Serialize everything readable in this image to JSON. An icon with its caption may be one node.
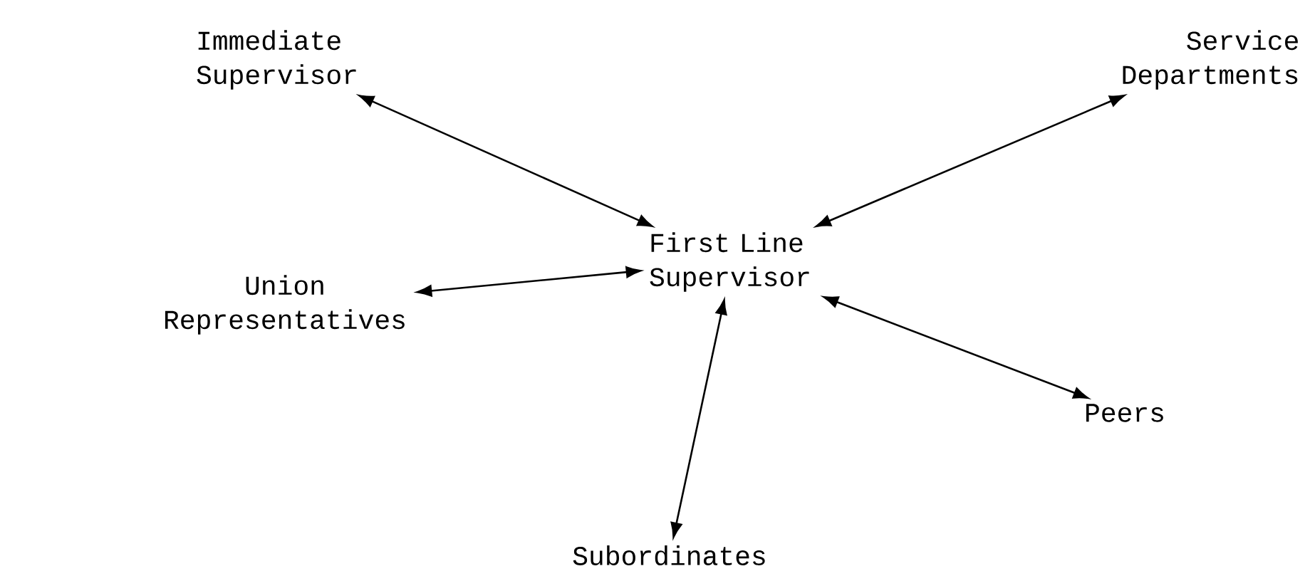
{
  "diagram": {
    "nodes": [
      {
        "text": [
          "First Line Supervisor"
        ]
      },
      {
        "text": [
          "Immediate Supervisor"
        ]
      },
      {
        "text": [
          "Service Departments"
        ]
      },
      {
        "text": [
          "Union Representatives"
        ]
      },
      {
        "text": [
          "Peers"
        ]
      },
      {
        "text": [
          "Subordinates"
        ]
      }
    ],
    "edges": [
      {
        "from": 0,
        "to": 1,
        "arrow": "both"
      },
      {
        "from": 0,
        "to": 2,
        "arrow": "both"
      },
      {
        "from": 0,
        "to": 3,
        "arrow": "both"
      },
      {
        "from": 0,
        "to": 4,
        "arrow": "both"
      },
      {
        "from": 0,
        "to": 5,
        "arrow": "both"
      }
    ]
  }
}
